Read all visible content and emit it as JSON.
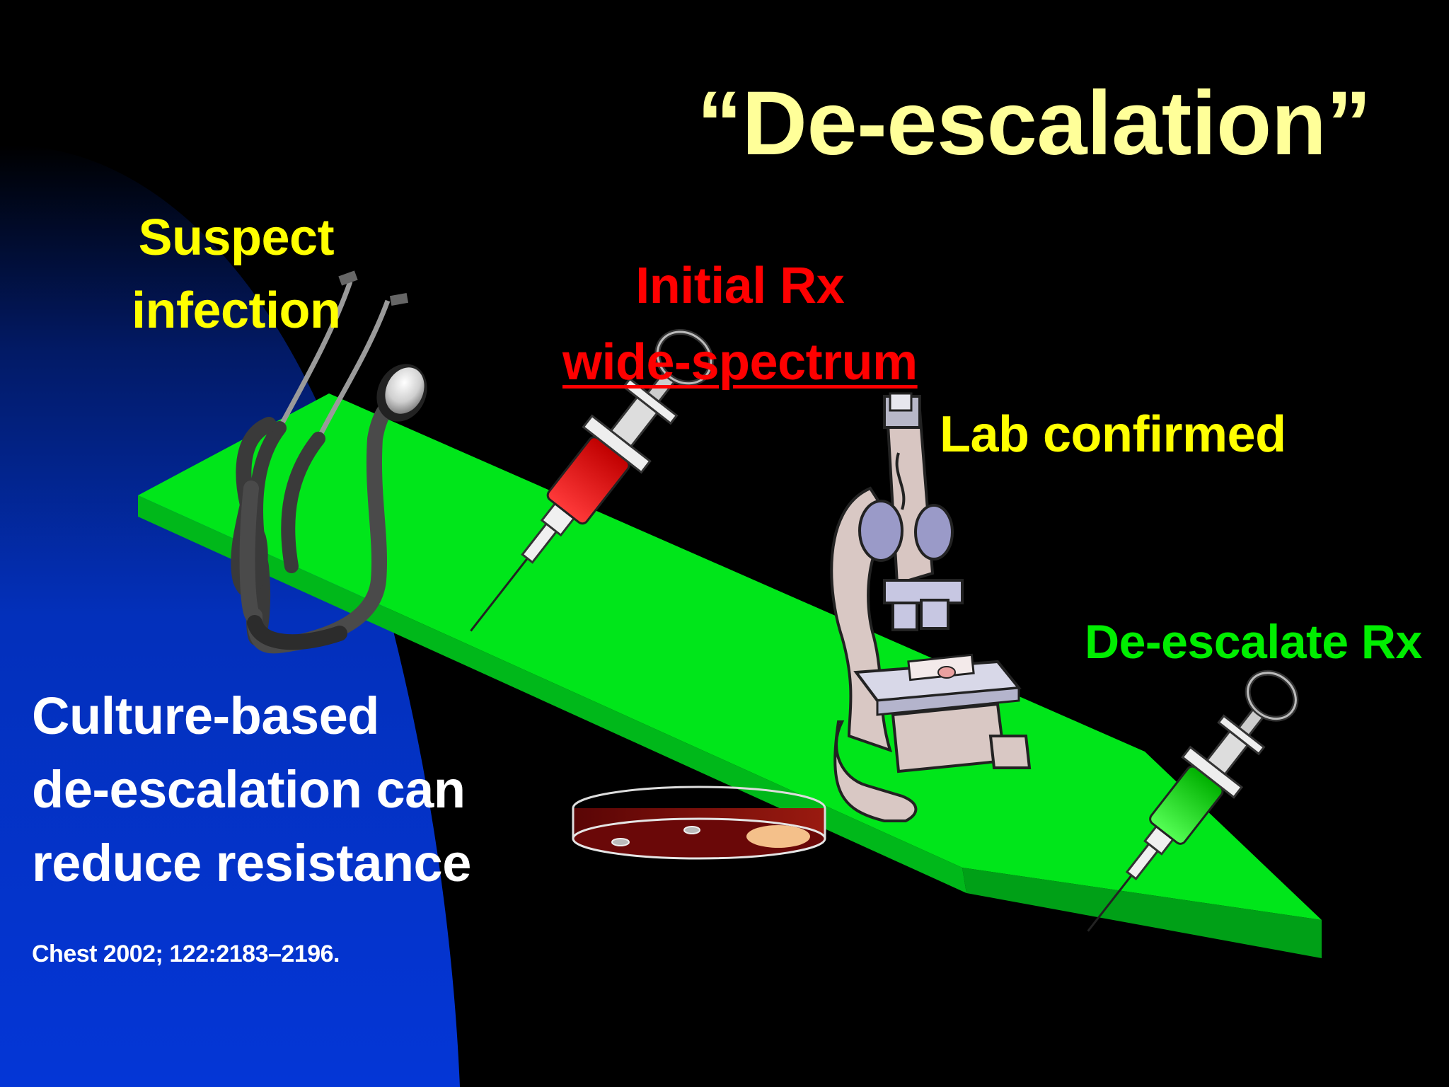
{
  "slide": {
    "title": "“De-escalation”",
    "steps": {
      "suspect": {
        "line1": "Suspect",
        "line2": "infection"
      },
      "initial": {
        "line1": "Initial Rx",
        "line2": "wide-spectrum"
      },
      "lab": "Lab confirmed",
      "deescalate": "De-escalate Rx"
    },
    "conclusion": {
      "line1": "Culture-based",
      "line2": "de-escalation can",
      "line3": "reduce resistance"
    },
    "citation": "Chest 2002; 122:2183–2196."
  },
  "colors": {
    "background": "#000000",
    "panel_blue": "#0033cc",
    "title": "#ffff99",
    "yellow_label": "#ffff00",
    "red_label": "#ff0000",
    "green_label": "#00ee00",
    "ramp_green": "#00e61a",
    "syringe_red": "#ee1111",
    "syringe_green": "#00dd22",
    "petri_red": "#7a0a0a"
  },
  "icons": [
    "stethoscope-icon",
    "syringe-icon",
    "microscope-icon",
    "petri-dish-icon"
  ]
}
